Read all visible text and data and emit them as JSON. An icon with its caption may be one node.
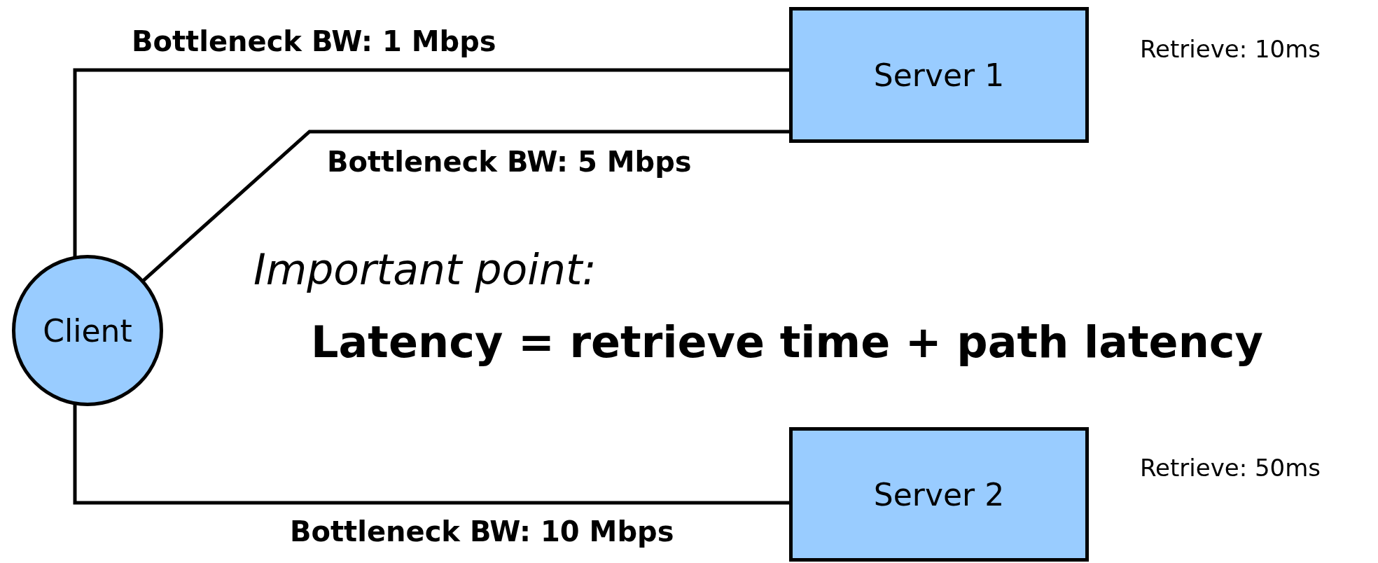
{
  "diagram": {
    "nodes": [
      {
        "text": [
          "Client"
        ]
      },
      {
        "text": [
          "Server 1"
        ],
        "beside": [
          "Retrieve: 10ms"
        ]
      },
      {
        "text": [
          "Server 2"
        ],
        "beside": [
          "Retrieve: 50ms"
        ]
      }
    ],
    "edges": [
      {
        "from": 0,
        "to": 1,
        "arrow": "none",
        "label": "Bottleneck BW: 1 Mbps"
      },
      {
        "from": 0,
        "to": 1,
        "arrow": "none",
        "label": "Bottleneck BW: 5 Mbps"
      },
      {
        "from": 0,
        "to": 2,
        "arrow": "none",
        "label": "Bottleneck BW: 10 Mbps"
      }
    ],
    "labels": [
      "Important point:",
      "Latency = retrieve time + path latency"
    ]
  }
}
